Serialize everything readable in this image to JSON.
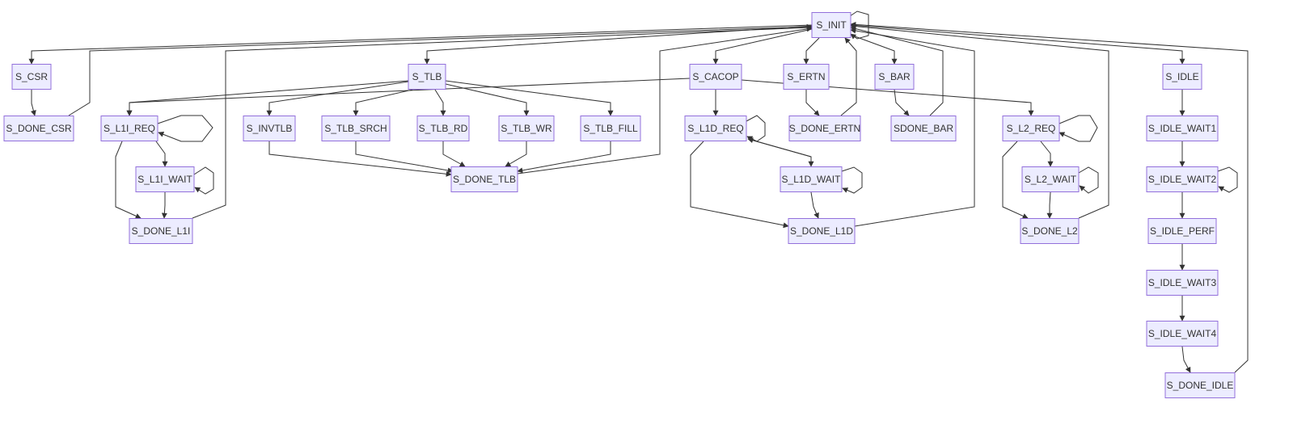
{
  "diagram": {
    "nodes": [
      {
        "id": "S_INIT",
        "label": "S_INIT"
      },
      {
        "id": "S_CSR",
        "label": "S_CSR"
      },
      {
        "id": "S_DONE_CSR",
        "label": "S_DONE_CSR"
      },
      {
        "id": "S_TLB",
        "label": "S_TLB"
      },
      {
        "id": "S_CACOP",
        "label": "S_CACOP"
      },
      {
        "id": "S_ERTN",
        "label": "S_ERTN"
      },
      {
        "id": "S_BAR",
        "label": "S_BAR"
      },
      {
        "id": "S_IDLE",
        "label": "S_IDLE"
      },
      {
        "id": "S_L1I_REQ",
        "label": "S_L1I_REQ"
      },
      {
        "id": "S_INVTLB",
        "label": "S_INVTLB"
      },
      {
        "id": "S_TLB_SRCH",
        "label": "S_TLB_SRCH"
      },
      {
        "id": "S_TLB_RD",
        "label": "S_TLB_RD"
      },
      {
        "id": "S_TLB_WR",
        "label": "S_TLB_WR"
      },
      {
        "id": "S_TLB_FILL",
        "label": "S_TLB_FILL"
      },
      {
        "id": "S_L1D_REQ",
        "label": "S_L1D_REQ"
      },
      {
        "id": "S_DONE_ERTN",
        "label": "S_DONE_ERTN"
      },
      {
        "id": "SDONE_BAR",
        "label": "SDONE_BAR"
      },
      {
        "id": "S_L2_REQ",
        "label": "S_L2_REQ"
      },
      {
        "id": "S_IDLE_WAIT1",
        "label": "S_IDLE_WAIT1"
      },
      {
        "id": "S_L1I_WAIT",
        "label": "S_L1I_WAIT"
      },
      {
        "id": "S_DONE_TLB",
        "label": "S_DONE_TLB"
      },
      {
        "id": "S_L1D_WAIT",
        "label": "S_L1D_WAIT"
      },
      {
        "id": "S_L2_WAIT",
        "label": "S_L2_WAIT"
      },
      {
        "id": "S_IDLE_WAIT2",
        "label": "S_IDLE_WAIT2"
      },
      {
        "id": "S_DONE_L1I",
        "label": "S_DONE_L1I"
      },
      {
        "id": "S_DONE_L1D",
        "label": "S_DONE_L1D"
      },
      {
        "id": "S_DONE_L2",
        "label": "S_DONE_L2"
      },
      {
        "id": "S_IDLE_PERF",
        "label": "S_IDLE_PERF"
      },
      {
        "id": "S_IDLE_WAIT3",
        "label": "S_IDLE_WAIT3"
      },
      {
        "id": "S_IDLE_WAIT4",
        "label": "S_IDLE_WAIT4"
      },
      {
        "id": "S_DONE_IDLE",
        "label": "S_DONE_IDLE"
      }
    ],
    "edges": [
      {
        "from": "S_INIT",
        "to": "S_INIT"
      },
      {
        "from": "S_INIT",
        "to": "S_CSR"
      },
      {
        "from": "S_CSR",
        "to": "S_DONE_CSR"
      },
      {
        "from": "S_DONE_CSR",
        "to": "S_INIT"
      },
      {
        "from": "S_INIT",
        "to": "S_TLB"
      },
      {
        "from": "S_TLB",
        "to": "S_L1I_REQ"
      },
      {
        "from": "S_L1I_REQ",
        "to": "S_L1I_REQ"
      },
      {
        "from": "S_L1I_REQ",
        "to": "S_L1I_WAIT"
      },
      {
        "from": "S_L1I_WAIT",
        "to": "S_L1I_WAIT"
      },
      {
        "from": "S_L1I_WAIT",
        "to": "S_DONE_L1I"
      },
      {
        "from": "S_L1I_REQ",
        "to": "S_DONE_L1I"
      },
      {
        "from": "S_DONE_L1I",
        "to": "S_INIT"
      },
      {
        "from": "S_TLB",
        "to": "S_INVTLB"
      },
      {
        "from": "S_TLB",
        "to": "S_TLB_SRCH"
      },
      {
        "from": "S_TLB",
        "to": "S_TLB_RD"
      },
      {
        "from": "S_TLB",
        "to": "S_TLB_WR"
      },
      {
        "from": "S_TLB",
        "to": "S_TLB_FILL"
      },
      {
        "from": "S_INVTLB",
        "to": "S_DONE_TLB"
      },
      {
        "from": "S_TLB_SRCH",
        "to": "S_DONE_TLB"
      },
      {
        "from": "S_TLB_RD",
        "to": "S_DONE_TLB"
      },
      {
        "from": "S_TLB_WR",
        "to": "S_DONE_TLB"
      },
      {
        "from": "S_TLB_FILL",
        "to": "S_DONE_TLB"
      },
      {
        "from": "S_DONE_TLB",
        "to": "S_INIT"
      },
      {
        "from": "S_INIT",
        "to": "S_CACOP"
      },
      {
        "from": "S_CACOP",
        "to": "S_L1I_REQ"
      },
      {
        "from": "S_CACOP",
        "to": "S_L1D_REQ"
      },
      {
        "from": "S_CACOP",
        "to": "S_L2_REQ"
      },
      {
        "from": "S_L1D_REQ",
        "to": "S_L1D_REQ"
      },
      {
        "from": "S_L1D_REQ",
        "to": "S_L1D_WAIT"
      },
      {
        "from": "S_L1D_WAIT",
        "to": "S_L1D_REQ"
      },
      {
        "from": "S_L1D_WAIT",
        "to": "S_L1D_WAIT"
      },
      {
        "from": "S_L1D_WAIT",
        "to": "S_DONE_L1D"
      },
      {
        "from": "S_L1D_REQ",
        "to": "S_DONE_L1D"
      },
      {
        "from": "S_DONE_L1D",
        "to": "S_INIT"
      },
      {
        "from": "S_INIT",
        "to": "S_ERTN"
      },
      {
        "from": "S_ERTN",
        "to": "S_DONE_ERTN"
      },
      {
        "from": "S_DONE_ERTN",
        "to": "S_INIT"
      },
      {
        "from": "S_INIT",
        "to": "S_BAR"
      },
      {
        "from": "S_BAR",
        "to": "SDONE_BAR"
      },
      {
        "from": "SDONE_BAR",
        "to": "S_INIT"
      },
      {
        "from": "S_L2_REQ",
        "to": "S_L2_REQ"
      },
      {
        "from": "S_L2_REQ",
        "to": "S_L2_WAIT"
      },
      {
        "from": "S_L2_WAIT",
        "to": "S_L2_WAIT"
      },
      {
        "from": "S_L2_WAIT",
        "to": "S_DONE_L2"
      },
      {
        "from": "S_L2_REQ",
        "to": "S_DONE_L2"
      },
      {
        "from": "S_DONE_L2",
        "to": "S_INIT"
      },
      {
        "from": "S_INIT",
        "to": "S_IDLE"
      },
      {
        "from": "S_IDLE",
        "to": "S_IDLE_WAIT1"
      },
      {
        "from": "S_IDLE_WAIT1",
        "to": "S_IDLE_WAIT2"
      },
      {
        "from": "S_IDLE_WAIT2",
        "to": "S_IDLE_WAIT2"
      },
      {
        "from": "S_IDLE_WAIT2",
        "to": "S_IDLE_PERF"
      },
      {
        "from": "S_IDLE_PERF",
        "to": "S_IDLE_WAIT3"
      },
      {
        "from": "S_IDLE_WAIT3",
        "to": "S_IDLE_WAIT4"
      },
      {
        "from": "S_IDLE_WAIT4",
        "to": "S_DONE_IDLE"
      },
      {
        "from": "S_DONE_IDLE",
        "to": "S_INIT"
      }
    ]
  }
}
